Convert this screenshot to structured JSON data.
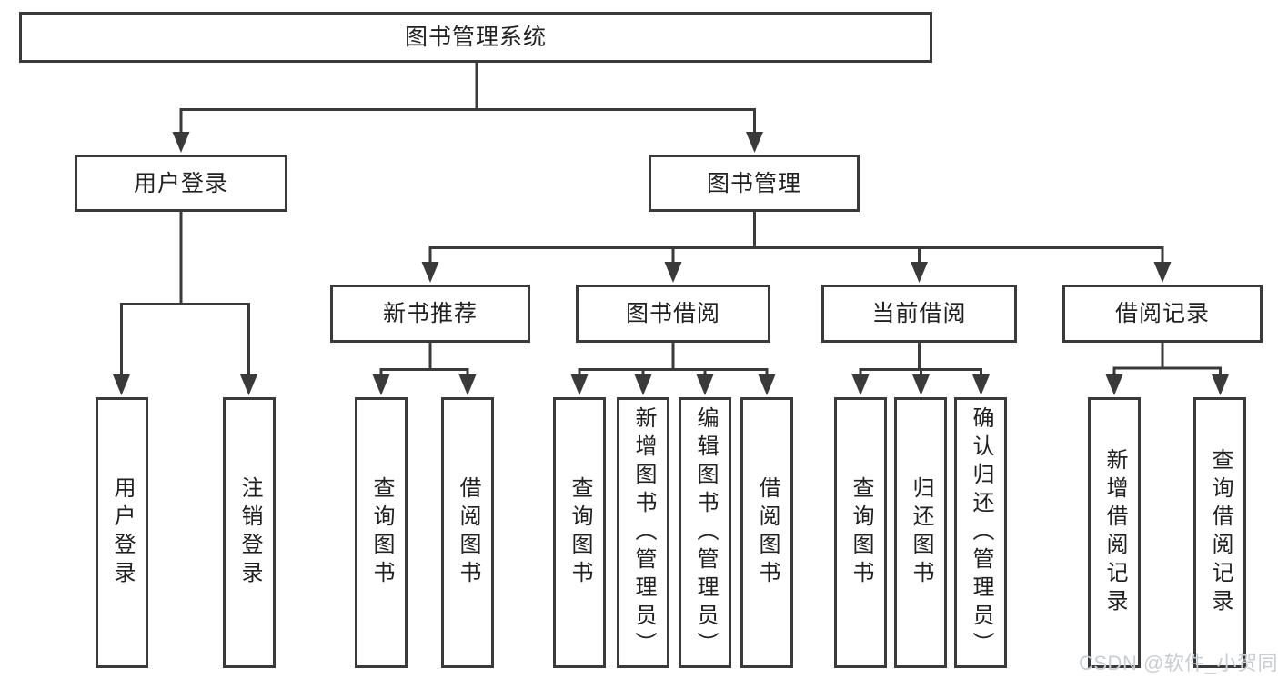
{
  "tree": {
    "root": "图书管理系统",
    "level2": [
      "用户登录",
      "图书管理"
    ],
    "level3": [
      "新书推荐",
      "图书借阅",
      "当前借阅",
      "借阅记录"
    ],
    "leaves_login": [
      "用户登录",
      "注销登录"
    ],
    "leaves_recommend": [
      "查询图书",
      "借阅图书"
    ],
    "leaves_borrow": [
      "查询图书",
      "新增图书（管理员）",
      "编辑图书（管理员）",
      "借阅图书"
    ],
    "leaves_current": [
      "查询图书",
      "归还图书",
      "确认归还（管理员）"
    ],
    "leaves_records": [
      "新增借阅记录",
      "查询借阅记录"
    ]
  },
  "watermark": "CSDN @软件_小贺同学",
  "colors": {
    "line": "#3a3a3a",
    "text": "#212121",
    "watermark": "#c9ced3",
    "background": "#ffffff"
  }
}
